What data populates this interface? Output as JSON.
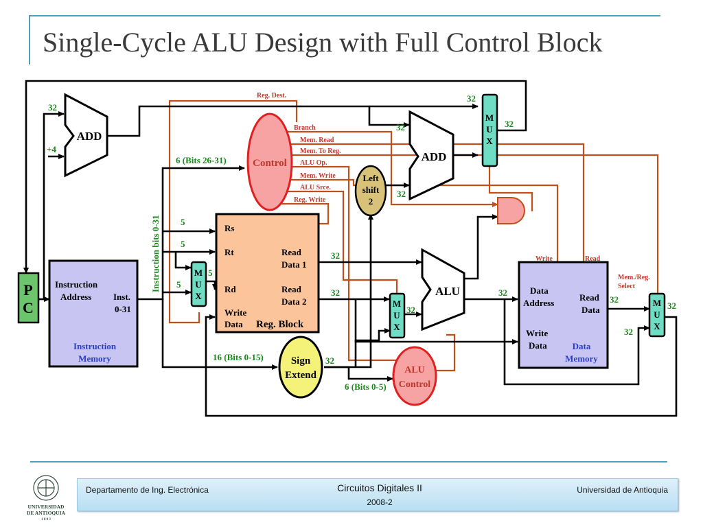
{
  "slide": {
    "title": "Single-Cycle ALU Design with Full Control Block"
  },
  "diagram": {
    "pc": {
      "line1": "P",
      "line2": "C"
    },
    "add_top": "ADD",
    "add_right": "ADD",
    "plus4": "+4",
    "control": "Control",
    "alu_control": {
      "line1": "ALU",
      "line2": "Control"
    },
    "left_shift": {
      "line1": "Left",
      "line2": "shift",
      "line3": "2"
    },
    "sign_extend": {
      "line1": "Sign",
      "line2": "Extend"
    },
    "alu": "ALU",
    "mux": {
      "m": "M",
      "u": "U",
      "x": "X"
    },
    "instruction_memory": {
      "addr1": "Instruction",
      "addr2": "Address",
      "inst1": "Inst.",
      "inst2": "0-31",
      "name1": "Instruction",
      "name2": "Memory"
    },
    "reg_block": {
      "rs": "Rs",
      "rt": "Rt",
      "rd": "Rd",
      "write1": "Write",
      "write2": "Data",
      "read1a": "Read",
      "read1b": "Data 1",
      "read2a": "Read",
      "read2b": "Data 2",
      "name": "Reg. Block"
    },
    "data_memory": {
      "addr1": "Data",
      "addr2": "Address",
      "read1": "Read",
      "read2": "Data",
      "write1": "Write",
      "write2": "Data",
      "name1": "Data",
      "name2": "Memory"
    },
    "control_signals": {
      "reg_dest": "Reg. Dest.",
      "branch": "Branch",
      "mem_read": "Mem. Read",
      "mem_to_reg": "Mem. To Reg.",
      "alu_op": "ALU Op.",
      "mem_write": "Mem. Write",
      "alu_src": "ALU Srce.",
      "reg_write": "Reg. Write",
      "write": "Write",
      "read": "Read",
      "mem_reg_select1": "Mem./Reg.",
      "mem_reg_select2": "Select"
    },
    "bus_labels": {
      "b32": "32",
      "b5": "5",
      "bits_26_31": "6 (Bits 26-31)",
      "bits_0_15": "16 (Bits 0-15)",
      "bits_0_5": "6 (Bits 0-5)",
      "instruction_bits": "Instruction bits 0-31"
    }
  },
  "footer": {
    "department": "Departamento de Ing. Electrónica",
    "course": "Circuitos Digitales II",
    "term": "2008-2",
    "university": "Universidad de Antioquia"
  },
  "logo": {
    "line1": "UNIVERSIDAD",
    "line2": "DE ANTIOQUIA",
    "year": "1 8 0 3"
  },
  "colors": {
    "wire": "#000000",
    "control_wire": "#c0501a",
    "control_label": "#c0392b",
    "green_label": "#1a8a1a",
    "mux_fill": "#6fdcc4",
    "pc_fill": "#6cc56c",
    "memory_fill": "#c9c5f2",
    "reg_fill": "#fbc49a",
    "control_fill": "#f7a3a3",
    "alu_control_fill": "#f7a3a3",
    "shift_fill": "#d8c27a",
    "sign_fill": "#f5f27a",
    "and_fill": "#f7a3a3"
  }
}
